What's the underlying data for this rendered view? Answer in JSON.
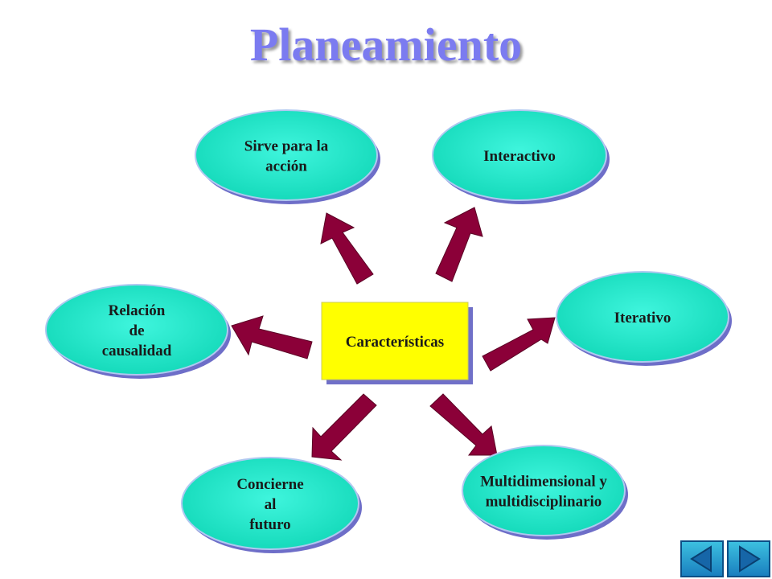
{
  "title": "Planeamiento",
  "center": {
    "label": "Características"
  },
  "nodes": [
    {
      "lines": [
        "Sirve para la",
        "acción"
      ]
    },
    {
      "lines": [
        "Interactivo"
      ]
    },
    {
      "lines": [
        "Relación",
        "de",
        "causalidad"
      ]
    },
    {
      "lines": [
        "Iterativo"
      ]
    },
    {
      "lines": [
        "Concierne",
        "al",
        "futuro"
      ]
    },
    {
      "lines": [
        "Multidimensional y",
        "multidisciplinario"
      ]
    }
  ],
  "colors": {
    "title": "#7b7bf0",
    "ellipse_fill": "#1ee8c8",
    "ellipse_edge": "#6e6ec8",
    "center_fill": "#ffff00",
    "arrow": "#8b0038"
  },
  "nav": {
    "prev_icon": "triangle-left-icon",
    "next_icon": "triangle-right-icon"
  }
}
